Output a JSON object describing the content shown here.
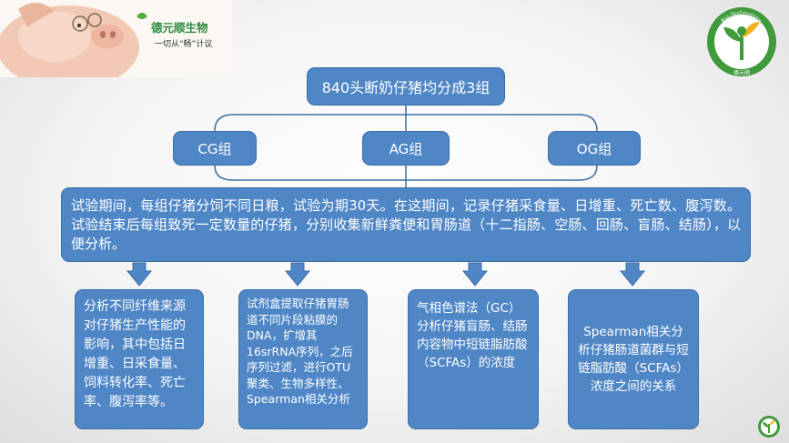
{
  "brand": {
    "name": "德元顺生物",
    "slogan": "一切从“畅”计议",
    "logo_arc_text": "Bio-Technology",
    "logo_bottom_text": "德元顺"
  },
  "colors": {
    "box_fill": "#4f86c6",
    "box_border": "#3a6ea8",
    "brand_green": "#2e8b3e"
  },
  "diagram": {
    "top": "840头断奶仔猪均分成3组",
    "groups": [
      "CG组",
      "AG组",
      "OG组"
    ],
    "description": "试验期间，每组仔猪分饲不同日粮，试验为期30天。在这期间，记录仔猪采食量、日增重、死亡数、腹泻数。试验结束后每组致死一定数量的仔猪，分别收集新鲜粪便和胃肠道（十二指肠、空肠、回肠、盲肠、结肠），以便分析。",
    "analyses": [
      "分析不同纤维来源对仔猪生产性能的影响，其中包括日增重、日采食量、饲料转化率、死亡率、腹泻率等。",
      "试剂盒提取仔猪胃肠道不同片段粘膜的DNA，扩增其16srRNA序列，之后序列过滤，进行OTU聚类、生物多样性、Spearman相关分析",
      "气相色谱法（GC）分析仔猪盲肠、结肠内容物中短链脂肪酸（SCFAs）的浓度",
      "Spearman相关分析仔猪肠道菌群与短链脂肪酸（SCFAs）浓度之间的关系"
    ]
  }
}
